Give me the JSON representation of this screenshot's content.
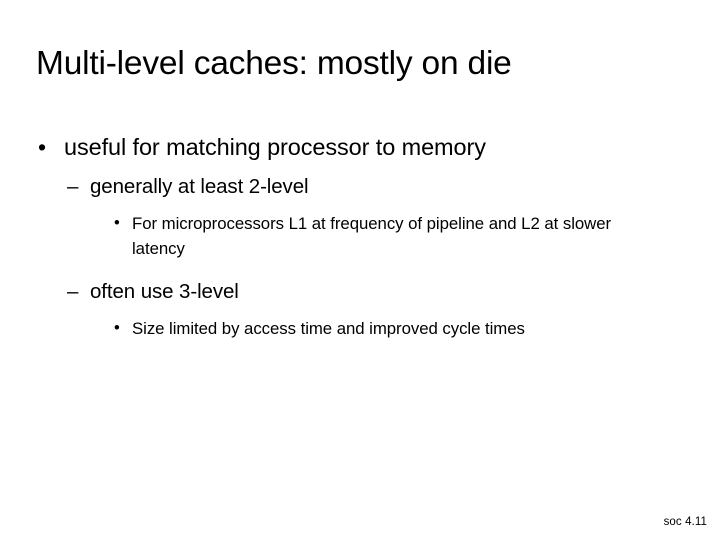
{
  "slide": {
    "title": "Multi-level caches: mostly on die",
    "background_color": "#ffffff",
    "text_color": "#000000",
    "markers": {
      "level1": "•",
      "level2": "–",
      "level3": "•"
    },
    "outline": [
      {
        "level": 1,
        "marker": "•",
        "text": "useful for matching processor to memory"
      },
      {
        "level": 2,
        "marker": "–",
        "text": "generally at least 2-level"
      },
      {
        "level": 3,
        "marker": "•",
        "text": "For microprocessors L1 at frequency of pipeline and L2 at slower latency"
      },
      {
        "level": 2,
        "marker": "–",
        "text": "often use 3-level"
      },
      {
        "level": 3,
        "marker": "•",
        "text": "Size limited by access time and improved cycle times"
      }
    ],
    "footer": "soc 4.11"
  }
}
